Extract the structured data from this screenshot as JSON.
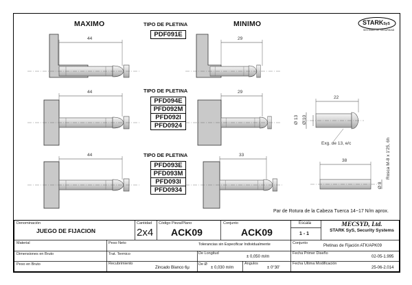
{
  "headers": {
    "maximo": "MAXIMO",
    "minimo": "MINIMO"
  },
  "logo": {
    "brand": "STARK",
    "sup": "SyS",
    "tagline": "SISTEMAS DE SEGURIDAD"
  },
  "tipo_label": "TIPO DE PLETINA",
  "groups": [
    {
      "codes": [
        "PDF091E"
      ],
      "dim_max": "44",
      "dim_min": "29"
    },
    {
      "codes": [
        "PFD094E",
        "PFD092M",
        "PFD092I",
        "PFD0924"
      ],
      "dim_max": "44",
      "dim_min": "29"
    },
    {
      "codes": [
        "PFD093E",
        "PFD093M",
        "PFD093I",
        "PFD0934"
      ],
      "dim_max": "44",
      "dim_min": "33"
    }
  ],
  "detail": {
    "d22": "22",
    "d13": "Ø 13",
    "d10": "Ø 10",
    "hex": "Exg. de 13, e/c",
    "d38": "38",
    "d8": "Ø 8",
    "rosca": "Rosca M-8 x 1'25, 6h"
  },
  "note": "Par de Rotura de la Cabeza Tuerca 14~17 N/m aprox.",
  "title_block": {
    "denominacion_label": "Denominación",
    "denominacion": "JUEGO DE FIJACION",
    "cantidad_label": "Cantidad",
    "cantidad": "2x4",
    "codigo_label": "Código Pieza/Plano",
    "codigo": "ACK09",
    "conjunto_label": "Conjunto",
    "conjunto": "ACK09",
    "escala_label": "Escala",
    "escala": "1 - 1",
    "company": "MECSYD, Ltd.",
    "company_sub": "STARK SyS, Security Systems",
    "material_label": "Material",
    "peso_neto_label": "Peso Neto",
    "tolerancias": "Tolerancias sin Especificar Individualmente",
    "conjunto2_label": "Conjunto",
    "conjunto2": "Pletinas de Fijación ATK/APK09",
    "dim_bruto_label": "Dimensiones en Bruto",
    "trat_label": "Trat. Termico",
    "longitud_label": "De Longitud",
    "longitud": "± 0,050 m/m",
    "fecha1_label": "Fecha Primer Diseño",
    "fecha1": "02-05-1.995",
    "peso_bruto_label": "Peso en Bruto",
    "recubrimiento_label": "Recubrimiento",
    "recubrimiento": "Zincado Blanco 6μ",
    "de_o_label": "De Ø",
    "de_o": "± 0,030 m/m",
    "angulos_label": "Angulos",
    "angulos": "± 0°30'",
    "fecha2_label": "Fecha Ultima Modificación",
    "fecha2": "25-06-2.014"
  }
}
